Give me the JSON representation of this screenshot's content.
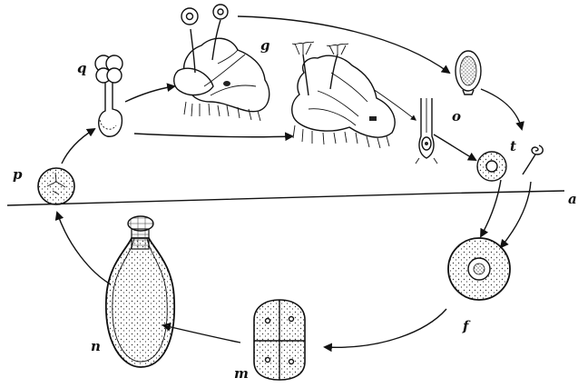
{
  "figure": {
    "labels": {
      "a": "a",
      "f": "f",
      "g": "g",
      "m": "m",
      "n": "n",
      "o": "o",
      "p": "p",
      "q": "q",
      "t": "t"
    },
    "colors": {
      "ink": "#111111",
      "paper": "#ffffff"
    }
  }
}
